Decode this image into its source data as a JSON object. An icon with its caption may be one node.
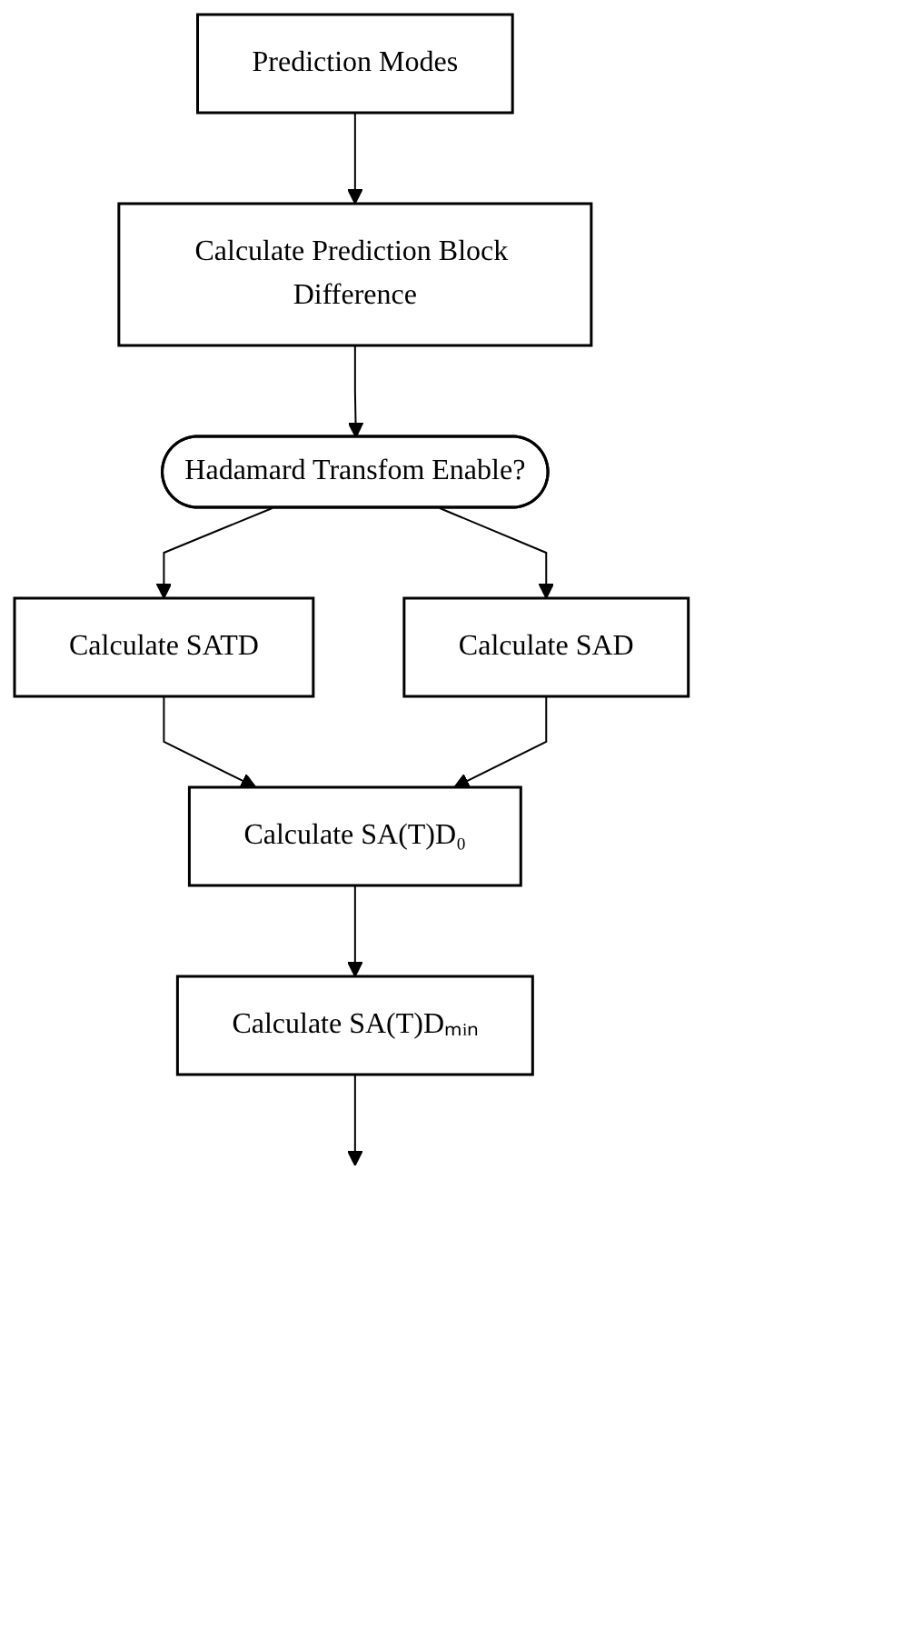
{
  "diagram": {
    "nodes": [
      {
        "text": [
          "Prediction Modes"
        ]
      },
      {
        "text": [
          "Calculate Prediction Block Difference"
        ]
      },
      {
        "text": [
          "Hadamard Transfom Enable?"
        ]
      },
      {
        "text": [
          "Calculate SATD"
        ]
      },
      {
        "text": [
          "Calculate SAD"
        ]
      },
      {
        "text": [
          "Calculate SA(T)D₀"
        ]
      },
      {
        "text": [
          "Calculate SA(T)Dₘᵢₙ"
        ]
      }
    ],
    "edges": [
      {
        "from": 0,
        "to": 1,
        "arrow": "to"
      },
      {
        "from": 1,
        "to": 2,
        "arrow": "to"
      },
      {
        "from": 2,
        "to": 3,
        "arrow": "to"
      },
      {
        "from": 2,
        "to": 4,
        "arrow": "to"
      },
      {
        "from": 3,
        "to": 5,
        "arrow": "to"
      },
      {
        "from": 4,
        "to": 5,
        "arrow": "to"
      },
      {
        "from": 5,
        "to": 6,
        "arrow": "to"
      },
      {
        "from": 6,
        "to": null,
        "arrow": "to"
      }
    ]
  }
}
